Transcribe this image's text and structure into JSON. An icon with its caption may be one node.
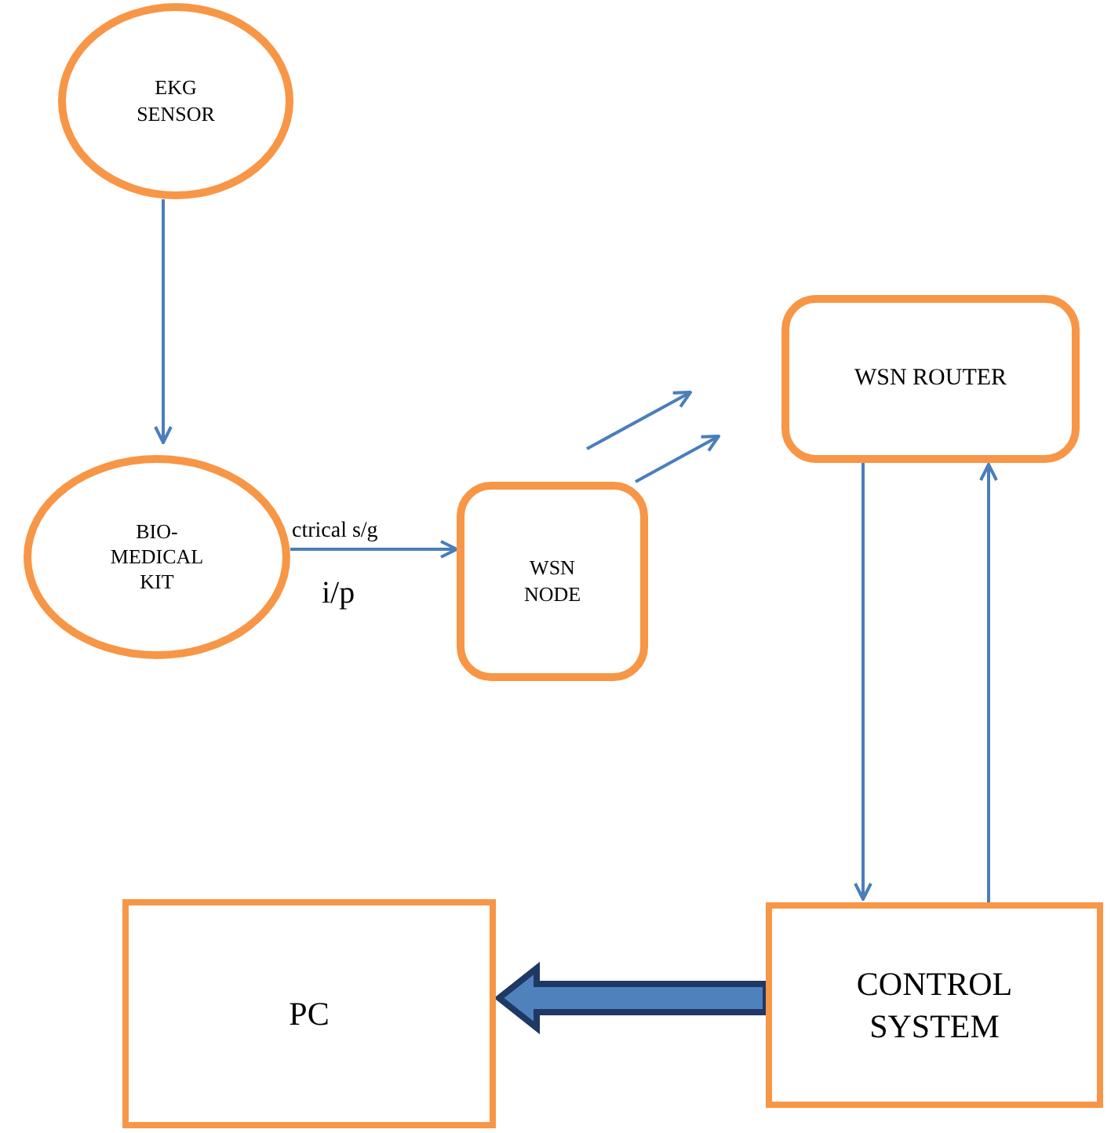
{
  "diagram": {
    "nodes": [
      {
        "text": [
          "EKG SENSOR"
        ]
      },
      {
        "text": [
          "BIO-MEDICAL KIT"
        ]
      },
      {
        "text": [
          "WSN NODE"
        ]
      },
      {
        "text": [
          "WSN ROUTER"
        ]
      },
      {
        "text": [
          "CONTROL SYSTEM"
        ]
      },
      {
        "text": [
          "PC"
        ]
      }
    ],
    "edges": [
      {
        "from": 0,
        "to": 1,
        "arrow": "to"
      },
      {
        "from": 1,
        "to": 2,
        "arrow": "to",
        "label": "ctrical s/g"
      },
      {
        "from": 2,
        "to": null,
        "arrow": "to"
      },
      {
        "from": 3,
        "to": 4,
        "arrow": "to"
      },
      {
        "from": 4,
        "to": 3,
        "arrow": "to"
      },
      {
        "from": 4,
        "to": 5,
        "arrow": "to",
        "style": "thick",
        "color": "#4f81bd"
      }
    ],
    "labels": [
      "i/p"
    ]
  }
}
